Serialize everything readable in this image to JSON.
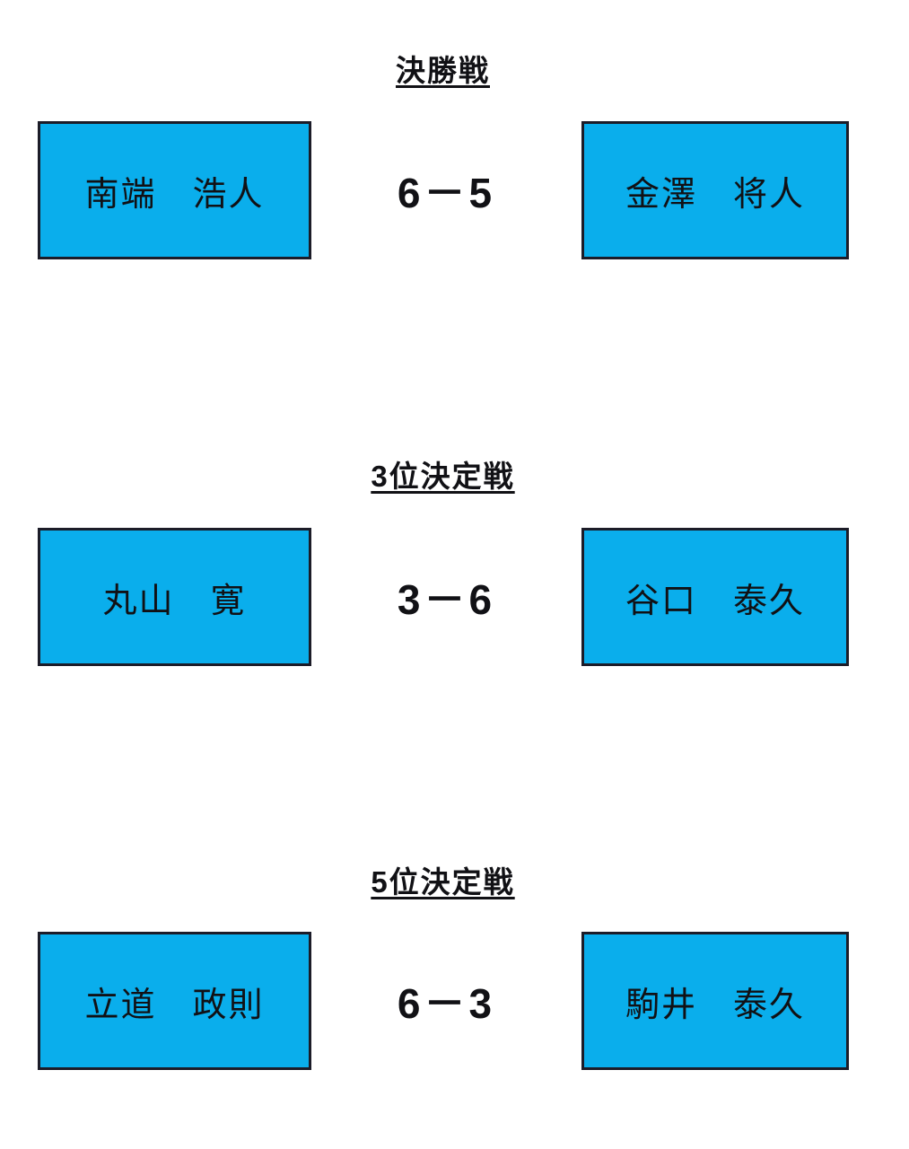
{
  "page": {
    "background": "#ffffff"
  },
  "style": {
    "box_fill": "#0aaeec",
    "box_border": "#1c1c28",
    "text_color": "#111115"
  },
  "matches": [
    {
      "title": "決勝戦",
      "left_player": "南端　浩人",
      "score": "6－5",
      "right_player": "金澤　将人"
    },
    {
      "title": "3位決定戦",
      "left_player": "丸山　寛",
      "score": "3－6",
      "right_player": "谷口　泰久"
    },
    {
      "title": "5位決定戦",
      "left_player": "立道　政則",
      "score": "6－3",
      "right_player": "駒井　泰久"
    }
  ]
}
